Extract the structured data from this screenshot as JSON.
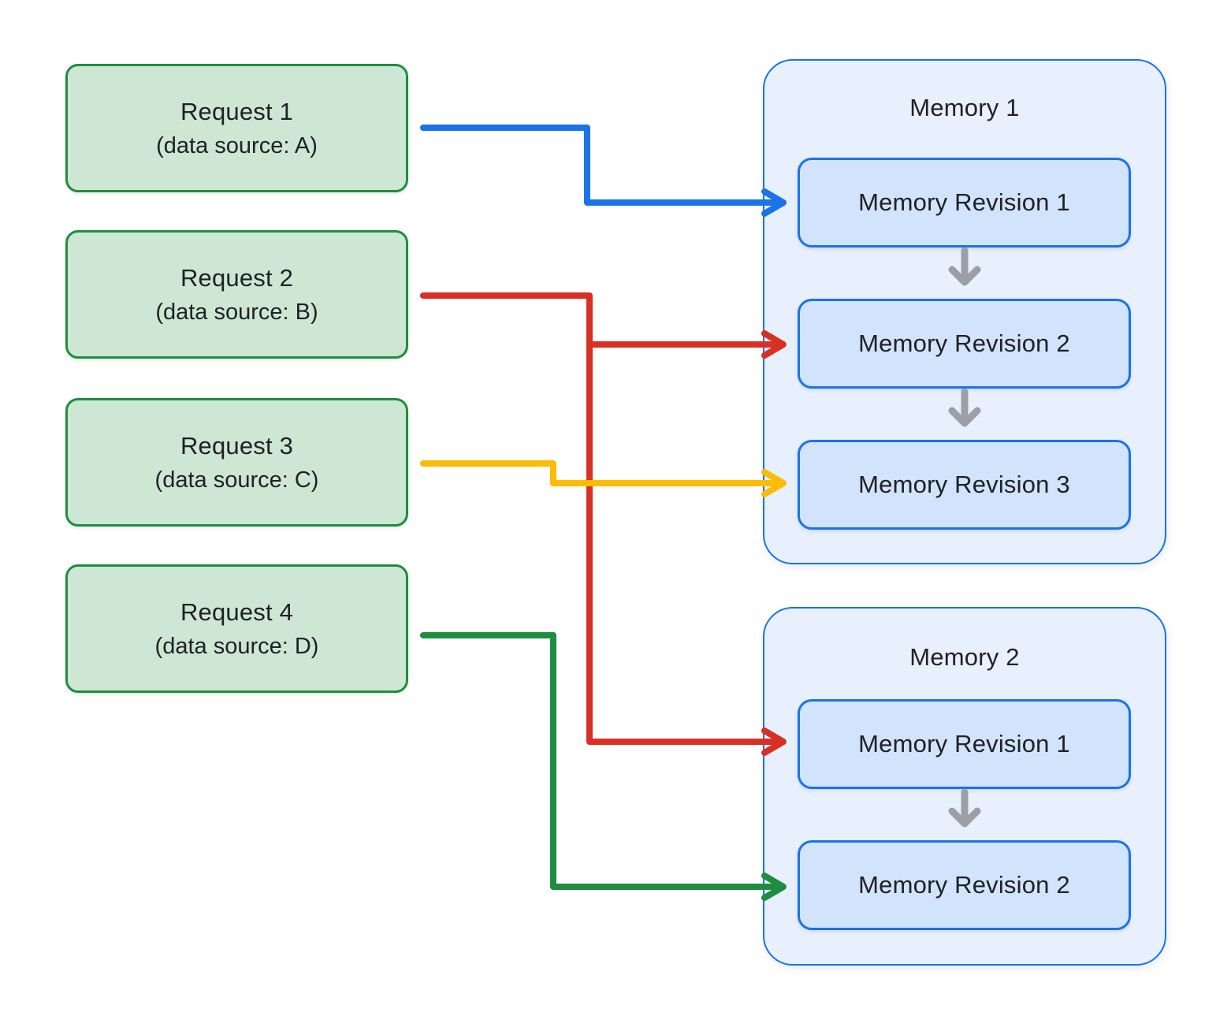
{
  "colors": {
    "request_fill": "#cee7d4",
    "request_border": "#1e8e3e",
    "memory_fill": "#e8f0fe",
    "memory_border": "#1a73e8",
    "revision_fill": "#d2e3fc",
    "revision_border": "#1a73e8",
    "arrow_blue": "#1a73e8",
    "arrow_red": "#d93025",
    "arrow_yellow": "#fbbc04",
    "arrow_green": "#1e8e3e",
    "arrow_gray": "#9aa0a6",
    "text": "#202124"
  },
  "requests": [
    {
      "title": "Request 1",
      "subtitle": "(data source: A)"
    },
    {
      "title": "Request 2",
      "subtitle": "(data source: B)"
    },
    {
      "title": "Request 3",
      "subtitle": "(data source: C)"
    },
    {
      "title": "Request 4",
      "subtitle": "(data source: D)"
    }
  ],
  "memories": [
    {
      "title": "Memory 1",
      "revisions": [
        {
          "label": "Memory Revision 1"
        },
        {
          "label": "Memory Revision 2"
        },
        {
          "label": "Memory Revision 3"
        }
      ]
    },
    {
      "title": "Memory 2",
      "revisions": [
        {
          "label": "Memory Revision 1"
        },
        {
          "label": "Memory Revision 2"
        }
      ]
    }
  ],
  "connections": [
    {
      "from": "Request 1",
      "to": "Memory 1 / Memory Revision 1",
      "color": "#1a73e8"
    },
    {
      "from": "Request 2",
      "to": "Memory 1 / Memory Revision 2",
      "color": "#d93025"
    },
    {
      "from": "Request 2",
      "to": "Memory 2 / Memory Revision 1",
      "color": "#d93025"
    },
    {
      "from": "Request 3",
      "to": "Memory 1 / Memory Revision 3",
      "color": "#fbbc04"
    },
    {
      "from": "Request 4",
      "to": "Memory 2 / Memory Revision 2",
      "color": "#1e8e3e"
    }
  ]
}
